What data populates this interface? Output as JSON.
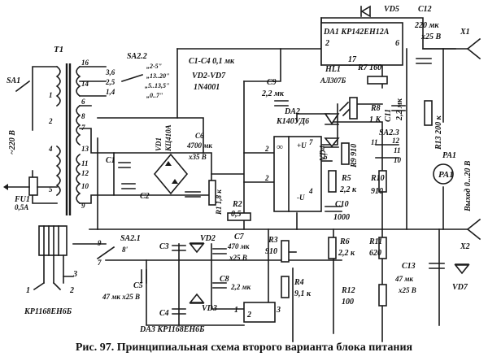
{
  "caption": "Рис. 97. Принципиальная схема второго варианта блока питания",
  "labels": {
    "sa1": "SA1",
    "mains": "~220 В",
    "fu1": "FU1",
    "fu1_rating": "0,5А",
    "t1": "T1",
    "pin16": "16",
    "pin14": "14",
    "pin1": "1",
    "pin2": "2",
    "pin4": "4",
    "pin5": "5",
    "pin6": "6",
    "pin7": "7",
    "pin8": "8",
    "pin9": "9",
    "pin10": "10",
    "pin11": "11",
    "pin12": "12",
    "pin13": "13",
    "sa22": "SA2.2",
    "sa22_pos1": "3,6",
    "sa22_pos2": "2,5",
    "sa22_pos3": "1,4",
    "sa22_ranges_1": "„2-5\"",
    "sa22_ranges_2": "„13..20\"",
    "sa22_ranges_3": "„5..13,5\"",
    "sa22_ranges_4": "„0..7\"",
    "c1c4_note": "C1-C4 0,1 мк",
    "vd2vd7_note": "VD2-VD7",
    "diode_type": "1N4001",
    "c1": "C1",
    "c2": "C2",
    "vd1": "VD1",
    "vd1_type": "КЦ410А",
    "c6": "C6",
    "c6_value": "4700 мк",
    "c6_voltage": "х35 В",
    "r1": "R1 1,8 к",
    "r2": "R2",
    "r2_value": "0,5",
    "c9": "C9",
    "c9_value": "2,2 мк",
    "da2": "DA2",
    "da2_type": "К140УД6",
    "da1": "DA1 КР142ЕН12А",
    "da1_pin2": "2",
    "da1_pin6": "6",
    "da1_pin17": "17",
    "vd5": "VD5",
    "c12": "C12",
    "c12_value": "220 мк",
    "c12_voltage": "х25 В",
    "x1": "X1",
    "x2": "X2",
    "hl1": "HL1",
    "hl1_type": "АЛ307Б",
    "r7": "R7 160",
    "r8": "R8",
    "r8_value": "1 К",
    "c11": "C11",
    "c11_value": "2,2 мк",
    "r13": "R13 200 к",
    "vd4": "VD4",
    "r9": "R9 910",
    "sa23": "SA2.3",
    "pa1": "PA1",
    "pa1_label": "Выход 0...20 В",
    "r5": "R5",
    "r5_value": "2,2 к",
    "r10": "R10",
    "r10_value": "910",
    "c10": "C10",
    "c10_value": "1000",
    "sa21": "SA2.1",
    "sa21_pos": "8'",
    "c3": "C3",
    "c4": "C4",
    "c5": "C5",
    "c5_value": "47 мк х25 В",
    "vd2": "VD2",
    "vd3": "VD3",
    "c7": "C7",
    "c7_value": "470 мк",
    "c7_voltage": "х25 В",
    "c8": "C8",
    "c8_value": "2,2 мк",
    "r3": "R3",
    "r3_value": "910",
    "r4": "R4",
    "r4_value": "9,1 к",
    "r6": "R6",
    "r6_value": "2,2 к",
    "r11": "R11",
    "r11_value": "620",
    "r12": "R12",
    "r12_value": "100",
    "c13": "C13",
    "c13_value": "47 мк",
    "c13_voltage": "х25 В",
    "vd7": "VD7",
    "da3": "DA3 КР1168ЕН6Б",
    "da3_pin1": "1",
    "da3_pin2": "2",
    "da3_pin3": "3",
    "package_label": "КР1168ЕН6Б",
    "pkg_pin1": "1",
    "pkg_pin2": "2",
    "pkg_pin3": "3",
    "opamp_inf": "∞",
    "plus_u": "+U",
    "minus_u": "-U",
    "plus_sign": "+",
    "minus_sign": "-"
  },
  "colors": {
    "ink": "#1a1a1a",
    "paper": "#ffffff"
  }
}
